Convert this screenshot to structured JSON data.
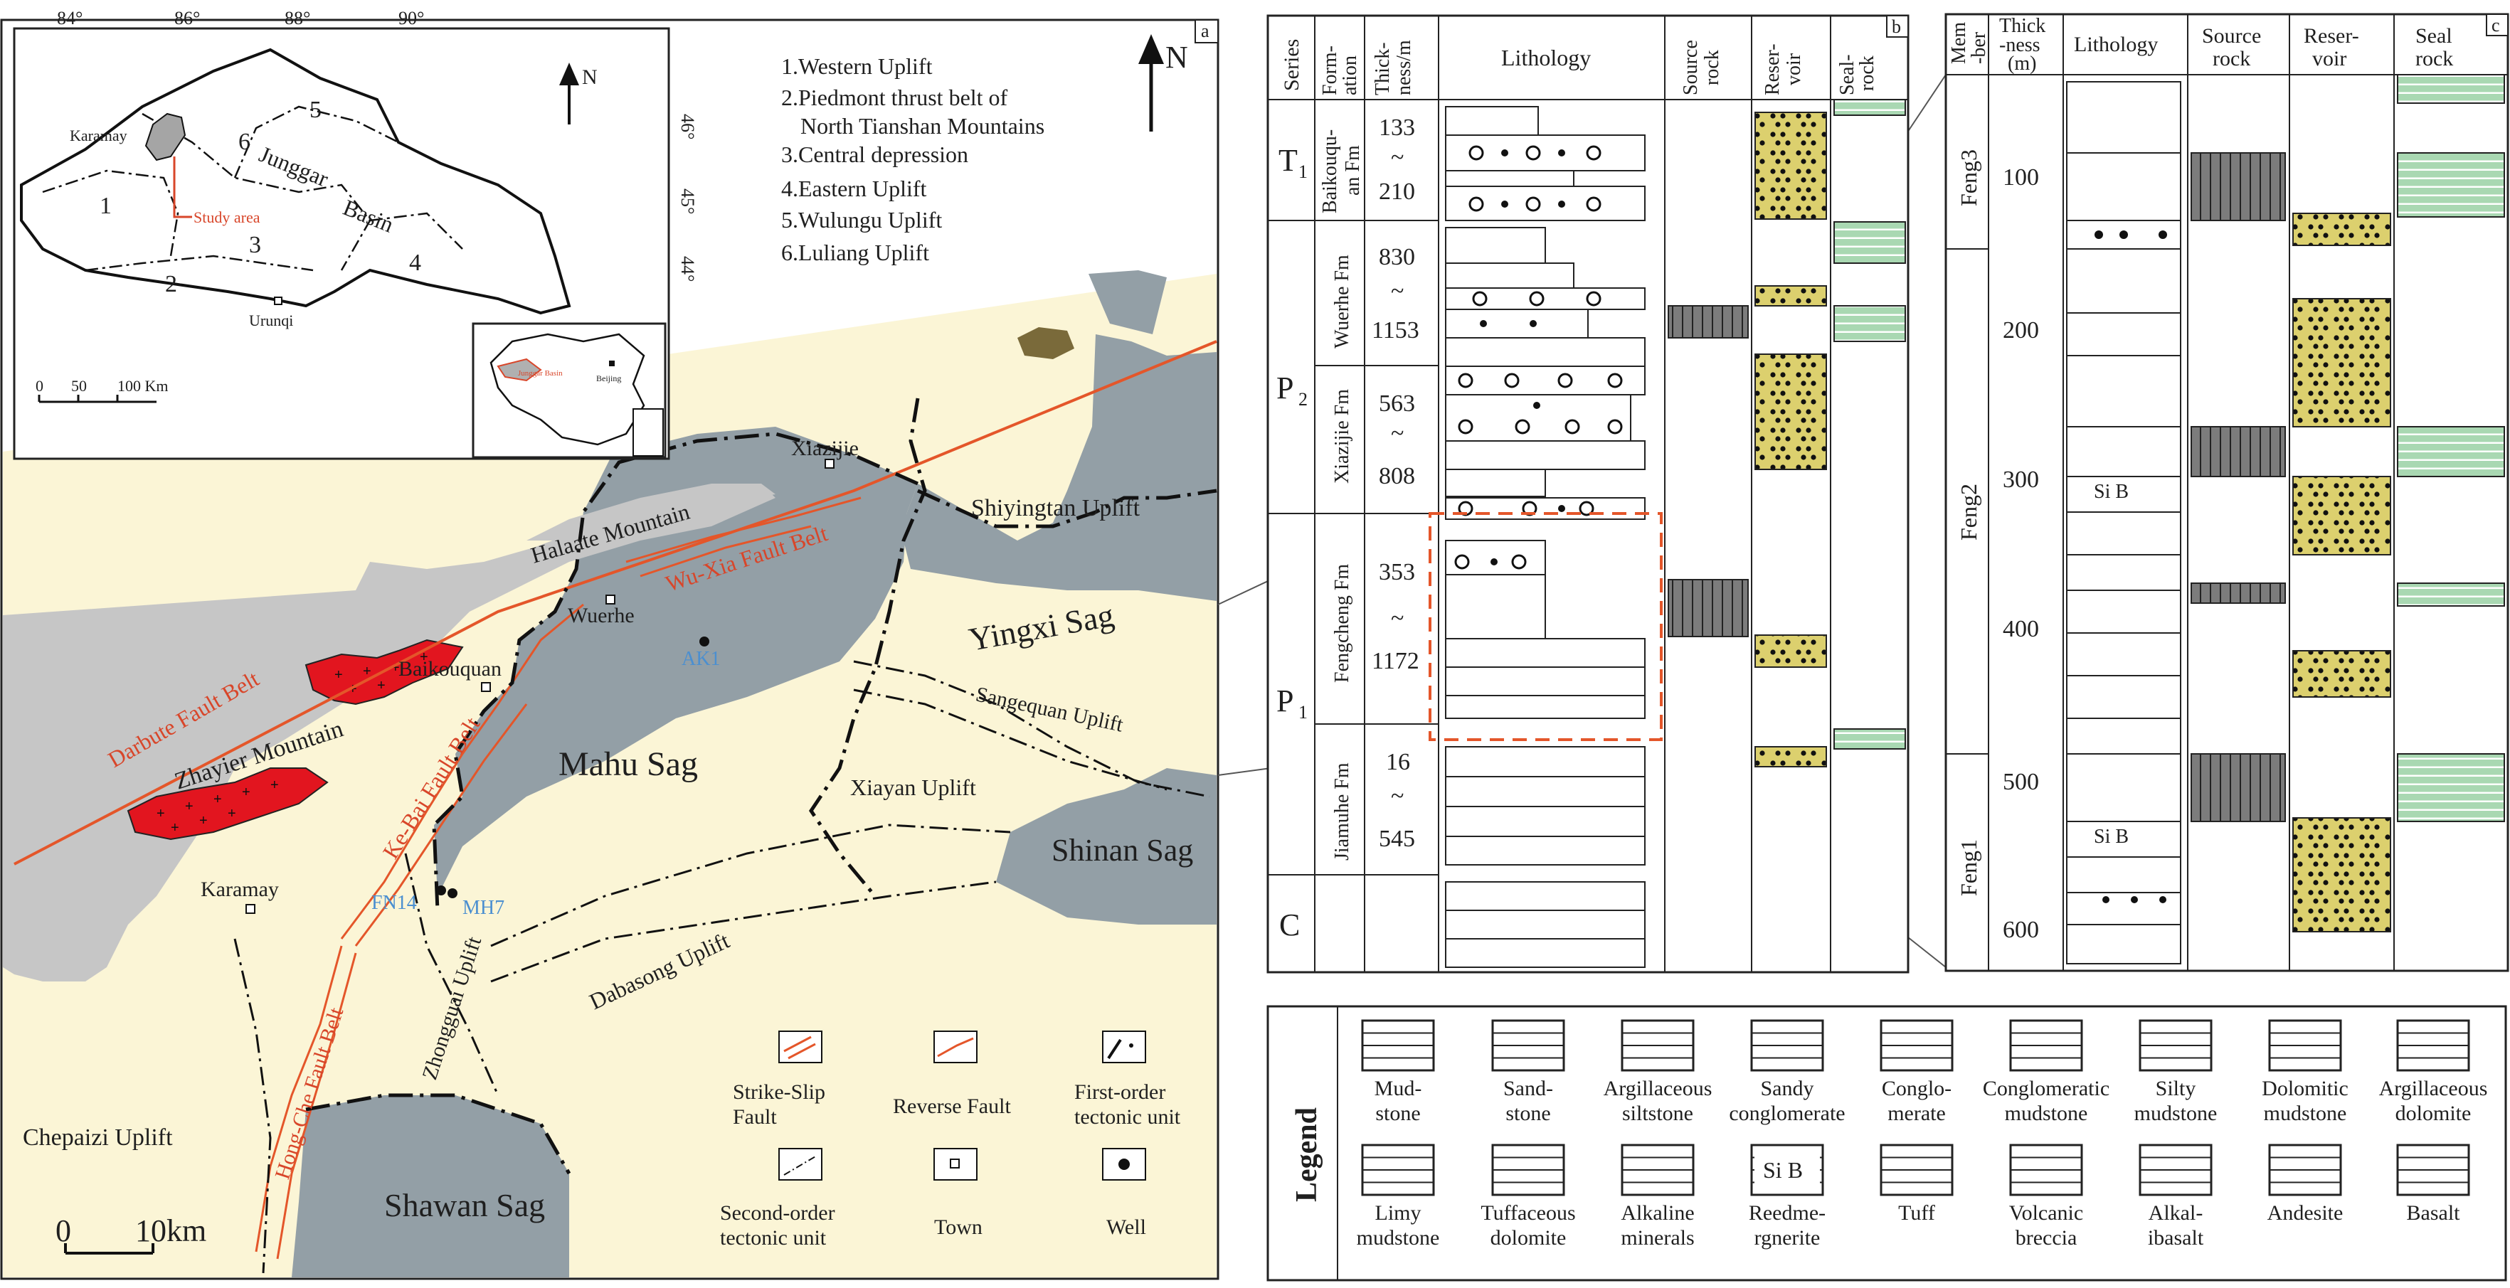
{
  "panel_a": {
    "letter": "a",
    "inset": {
      "lon_labels": [
        "84°",
        "86°",
        "88°",
        "90°"
      ],
      "lat_labels": [
        "46°",
        "45°",
        "44°"
      ],
      "regions": [
        "1",
        "2",
        "3",
        "4",
        "5",
        "6"
      ],
      "basin_words": [
        "Junggar",
        "Basin"
      ],
      "karamay": "Karamay",
      "urumqi": "Urunqi",
      "study_area": "Study area",
      "scale": [
        "0",
        "50",
        "100 Km"
      ],
      "china_basin": "Junggar Basin",
      "beijing": "Beijing"
    },
    "north": "N",
    "region_list": [
      "1.Western Uplift",
      "2.Piedmont thrust belt of",
      "North Tianshan Mountains",
      "3.Central depression",
      "4.Eastern Uplift",
      "5.Wulungu Uplift",
      "6.Luliang Uplift"
    ],
    "map_labels": {
      "xiazijie": "Xiazijie",
      "shiyingtan": "Shiyingtan Uplift",
      "halaate": "Halaate Mountain",
      "wuxia": "Wu-Xia Fault Belt",
      "wuerhe": "Wuerhe",
      "yingxi": "Yingxi Sag",
      "ak1": "AK1",
      "baikouquan": "Baikouquan",
      "darbute": "Darbute Fault Belt",
      "zhayier": "Zhayier Mountain",
      "kebai": "Ke-Bai Fault Belt",
      "mahu": "Mahu Sag",
      "sangequan": "Sangequan Uplift",
      "xiayan": "Xiayan Uplift",
      "shinan": "Shinan Sag",
      "karamay": "Karamay",
      "fn14": "FN14",
      "mh7": "MH7",
      "dabasong": "Dabasong Uplift",
      "zhongguai": "Zhongguai Uplift",
      "hongche": "Hong-Che Fault Belt",
      "chepaizi": "Chepaizi Uplift",
      "shawan": "Shawan Sag"
    },
    "scale": [
      "0",
      "10km"
    ],
    "legend": {
      "strike_slip": [
        "Strike-Slip",
        "Fault"
      ],
      "reverse": "Reverse Fault",
      "first_order": [
        "First-order",
        "tectonic unit"
      ],
      "second_order": [
        "Second-order",
        "tectonic unit"
      ],
      "town": "Town",
      "well": "Well"
    }
  },
  "panel_b": {
    "letter": "b",
    "headers": {
      "series": "Series",
      "formation": [
        "Form-",
        "ation"
      ],
      "thickness": [
        "Thick-",
        "ness/m"
      ],
      "lithology": "Lithology",
      "source": [
        "Source",
        "rock"
      ],
      "reservoir": [
        "Reser-",
        "voir"
      ],
      "seal": [
        "Seal-",
        "rock"
      ]
    },
    "series": [
      "T",
      "1",
      "P",
      "2",
      "P",
      "1",
      "C"
    ],
    "formations": [
      "Baikouqu-",
      "an Fm",
      "Wuerhe Fm",
      "Xiazijie Fm",
      "Fengcheng Fm",
      "Jiamuhe Fm"
    ],
    "thickness": [
      [
        "133",
        "~",
        "210"
      ],
      [
        "830",
        "~",
        "1153"
      ],
      [
        "563",
        "~",
        "808"
      ],
      [
        "353",
        "~",
        "1172"
      ],
      [
        "16",
        "~",
        "545"
      ]
    ]
  },
  "panel_c": {
    "letter": "c",
    "headers": {
      "member": [
        "Mem",
        "-ber"
      ],
      "thickness": [
        "Thick",
        "-ness",
        "(m)"
      ],
      "lithology": "Lithology",
      "source": [
        "Source",
        "rock"
      ],
      "reservoir": [
        "Reser-",
        "voir"
      ],
      "seal": [
        "Seal",
        "rock"
      ]
    },
    "members": [
      "Feng3",
      "Feng2",
      "Feng1"
    ],
    "depth_ticks": [
      "100",
      "200",
      "300",
      "400",
      "500",
      "600"
    ],
    "si_b": "Si  B"
  },
  "legend": {
    "title": "Legend",
    "row1": [
      [
        "Mud-",
        "stone"
      ],
      [
        "Sand-",
        "stone"
      ],
      [
        "Argillaceous",
        "siltstone"
      ],
      [
        "Sandy",
        "conglomerate"
      ],
      [
        "Conglo-",
        "merate"
      ],
      [
        "Conglomeratic",
        "mudstone"
      ],
      [
        "Silty",
        "mudstone"
      ],
      [
        "Dolomitic",
        "mudstone"
      ],
      [
        "Argillaceous",
        "dolomite"
      ]
    ],
    "row2": [
      [
        "Limy",
        "mudstone"
      ],
      [
        "Tuffaceous",
        "dolomite"
      ],
      [
        "Alkaline",
        "minerals"
      ],
      [
        "Reedme-",
        "rgnerite"
      ],
      [
        "Tuff",
        ""
      ],
      [
        "Volcanic",
        "breccia"
      ],
      [
        "Alkal-",
        "ibasalt"
      ],
      [
        "Andesite",
        ""
      ],
      [
        "Basalt",
        ""
      ]
    ],
    "si_b": "Si B"
  },
  "colors": {
    "sag": "#939fa6",
    "uplift": "#fbf5d6",
    "mountain": "#c6c6c6",
    "fault": "#e4562a",
    "granite": "#e2151f",
    "reservoir": "#dcd06e",
    "seal": "#a9d8b2",
    "source": "#7c7c7c",
    "well_label": "#4b8fd0"
  }
}
